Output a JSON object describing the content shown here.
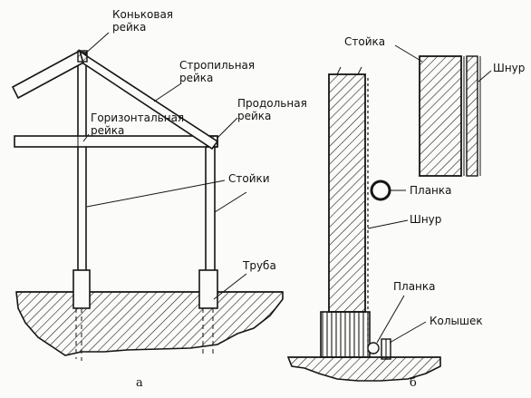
{
  "labels": {
    "ridge_batten": "Коньковая\nрейка",
    "rafter_batten": "Стропильная\nрейка",
    "horizontal_batten": "Горизонтальная\nрейка",
    "longitudinal_batten": "Продольная\nрейка",
    "posts": "Стойки",
    "pipe": "Труба",
    "post_b": "Стойка",
    "cord_top": "Шнур",
    "plank_ring": "Планка",
    "cord": "Шнур",
    "plank_bottom": "Планка",
    "peg": "Колышек"
  },
  "captions": {
    "a": "а",
    "b": "б"
  }
}
